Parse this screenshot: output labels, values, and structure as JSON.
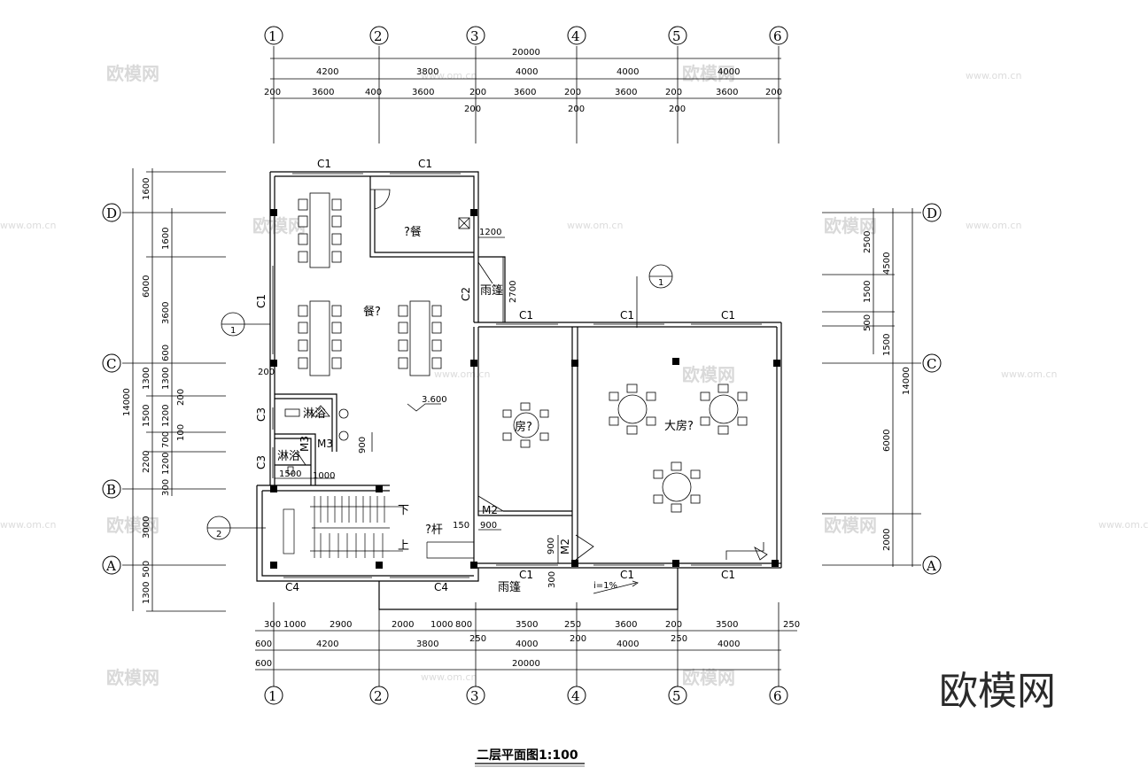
{
  "title": "二层平面图1:100",
  "watermark": {
    "brand": "欧模网",
    "url": "www.om.cn"
  },
  "axes": {
    "columns": [
      "1",
      "2",
      "3",
      "4",
      "5",
      "6"
    ],
    "rows": [
      "D",
      "C",
      "B",
      "A"
    ]
  },
  "top_dims": {
    "total": "20000",
    "bays": [
      "4200",
      "3800",
      "4000",
      "4000",
      "4000"
    ],
    "detail": [
      "200",
      "3600",
      "400",
      "3600",
      "200",
      "3600",
      "200",
      "3600",
      "200",
      "3600",
      "200"
    ],
    "extra": [
      "200",
      "200",
      "200"
    ]
  },
  "bottom_dims": {
    "row1": [
      "300",
      "1000",
      "2900",
      "2000",
      "1000",
      "800",
      "3500",
      "250",
      "3600",
      "200",
      "3500",
      "250"
    ],
    "row1b": [
      "250",
      "200",
      "250"
    ],
    "row2_lead": "600",
    "bays": [
      "4200",
      "3800",
      "4000",
      "4000",
      "4000"
    ],
    "total_lead": "600",
    "total": "20000"
  },
  "left_dims": {
    "total": "14000",
    "outer": [
      "1600",
      "6000",
      "1300",
      "1500",
      "2200",
      "3000",
      "500",
      "1300"
    ],
    "inner": [
      "1600",
      "3600",
      "600",
      "1300",
      "1200",
      "700",
      "1200",
      "300"
    ],
    "extra": [
      "200",
      "100"
    ]
  },
  "right_dims": {
    "total": "14000",
    "outer": [
      "4500",
      "6000",
      "2000"
    ],
    "inner": [
      "2500",
      "1500",
      "500",
      "1500"
    ]
  },
  "rooms": {
    "dining_small": "?餐",
    "dining_main": "餐?",
    "room": "房?",
    "hall": "大房?",
    "bath1": "淋浴",
    "bath2": "淋浴",
    "canopy_side": "雨篷",
    "canopy_front": "雨篷",
    "railing": "?杆",
    "stair_down": "下",
    "stair_up": "上"
  },
  "tags": {
    "c1": "C1",
    "c2": "C2",
    "c3": "C3",
    "c4": "C4",
    "m2": "M2",
    "m3": "M3"
  },
  "annotations": {
    "elevation": "3.600",
    "slope": "i=1%",
    "d1200": "1200",
    "d2700": "2700",
    "d900a": "900",
    "d900b": "900",
    "d900c": "900",
    "d150": "150",
    "d1500": "1500",
    "d1000": "1000",
    "d200": "200",
    "d300": "300",
    "section_mark": "1",
    "section_mark2": "2"
  }
}
